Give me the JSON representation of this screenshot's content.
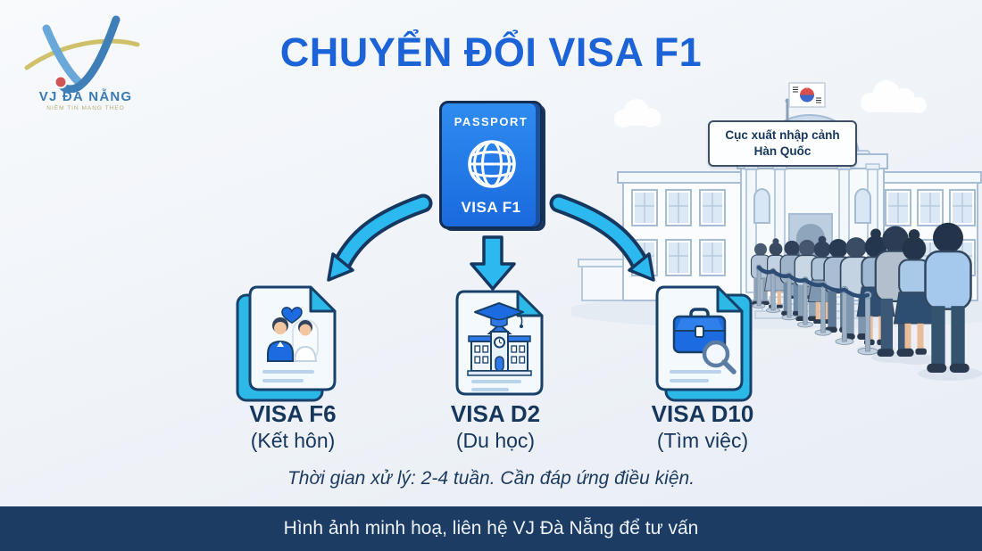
{
  "brand": {
    "name": "VJ ĐÀ NẴNG",
    "tagline": "NIỀM TIN MANG THEO"
  },
  "title": "CHUYỂN ĐỔI VISA F1",
  "passport": {
    "label": "PASSPORT",
    "visa": "VISA F1"
  },
  "immigration_office": {
    "sign_line1": "Cục xuất nhập cảnh",
    "sign_line2": "Hàn Quốc"
  },
  "options": [
    {
      "visa": "VISA F6",
      "category": "(Kết hôn)",
      "icon": "wedding-couple-icon"
    },
    {
      "visa": "VISA D2",
      "category": "(Du học)",
      "icon": "school-icon"
    },
    {
      "visa": "VISA D10",
      "category": "(Tìm việc)",
      "icon": "briefcase-search-icon"
    }
  ],
  "note": "Thời gian xử lý: 2-4 tuần. Cần đáp ứng điều kiện.",
  "footer": "Hình ảnh minh hoạ, liên hệ VJ Đà Nẵng để tư vấn",
  "colors": {
    "title_blue": "#1b63d6",
    "arrow_cyan": "#2cb9f0",
    "navy_text": "#16365c",
    "passport_blue": "#1f79e6",
    "doc_back_cyan": "#2cb9e8",
    "footer_bar": "#1c3c64"
  }
}
